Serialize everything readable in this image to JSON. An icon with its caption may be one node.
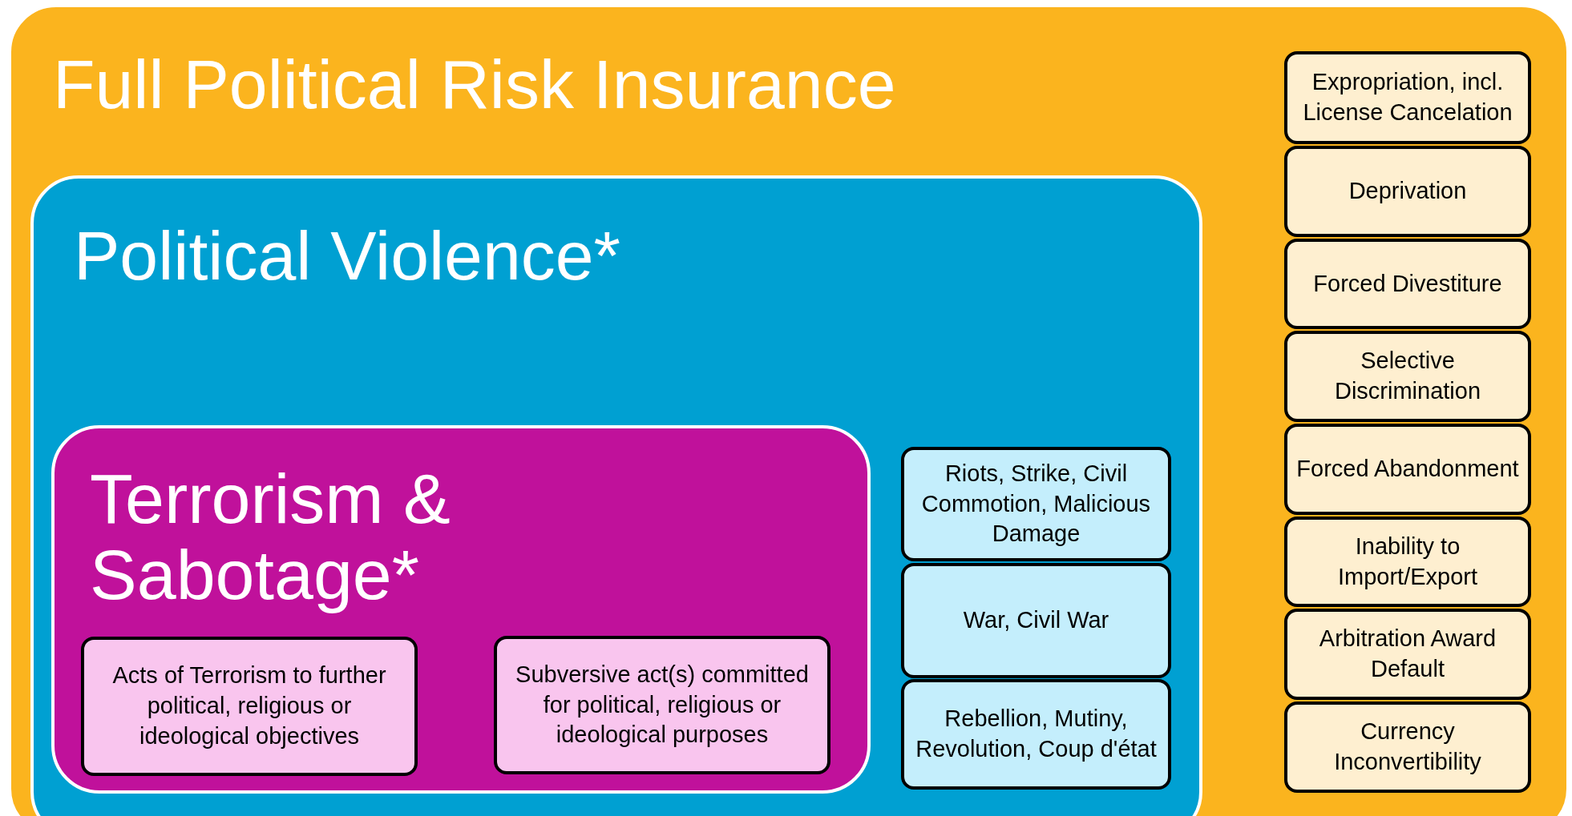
{
  "diagram": {
    "nodes": [
      {
        "text": [
          "Full Political Risk Insurance"
        ]
      },
      {
        "text": [
          "Political Violence*"
        ],
        "in": 0
      },
      {
        "text": [
          "Terrorism & Sabotage*"
        ],
        "in": 1
      },
      {
        "text": [
          "Acts of Terrorism to further political, religious or ideological objectives"
        ],
        "in": 2
      },
      {
        "text": [
          "Subversive act(s) committed for political, religious or ideological purposes"
        ],
        "in": 2
      },
      {
        "text": [
          "Riots, Strike, Civil Commotion, Malicious Damage"
        ],
        "in": 1
      },
      {
        "text": [
          "War, Civil War"
        ],
        "in": 1
      },
      {
        "text": [
          "Rebellion, Mutiny, Revolution, Coup d'état"
        ],
        "in": 1
      },
      {
        "text": [
          "Expropriation, incl. License Cancelation"
        ],
        "in": 0
      },
      {
        "text": [
          "Deprivation"
        ],
        "in": 0
      },
      {
        "text": [
          "Forced Divestiture"
        ],
        "in": 0
      },
      {
        "text": [
          "Selective Discrimination"
        ],
        "in": 0
      },
      {
        "text": [
          "Forced Abandonment"
        ],
        "in": 0
      },
      {
        "text": [
          "Inability to Import/Export"
        ],
        "in": 0
      },
      {
        "text": [
          "Arbitration Award Default"
        ],
        "in": 0
      },
      {
        "text": [
          "Currency Inconvertibility"
        ],
        "in": 0
      }
    ],
    "edges": []
  }
}
